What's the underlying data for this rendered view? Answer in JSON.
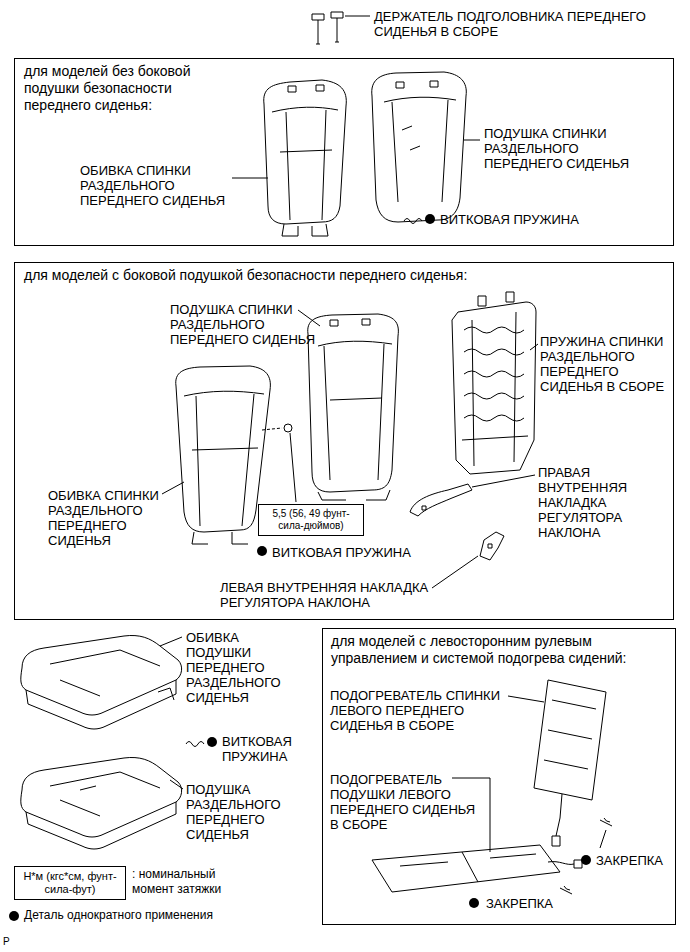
{
  "diagram": {
    "nodes": [
      {
        "text": [
          "для моделей без боковой подушки безопасности переднего сиденья:"
        ]
      },
      {
        "text": [
          "для моделей с боковой подушкой безопасности переднего сиденья:"
        ]
      },
      {
        "text": [
          "5,5 (56, 49 фунт-сила-дюймов)"
        ],
        "in": 1
      },
      {
        "text": [
          "Н*м (кгс*см, фунт-сила-фут)"
        ]
      },
      {
        "text": [
          "для моделей с левосторонним рулевым управлением и системой подогрева сидений:"
        ]
      }
    ],
    "labels": [
      "ДЕРЖАТЕЛЬ ПОДГОЛОВНИКА ПЕРЕДНЕГО СИДЕНЬЯ В СБОРЕ",
      "ОБИВКА СПИНКИ РАЗДЕЛЬНОГО ПЕРЕДНЕГО СИДЕНЬЯ",
      "ПОДУШКА СПИНКИ РАЗДЕЛЬНОГО ПЕРЕДНЕГО СИДЕНЬЯ",
      "ВИТКОВАЯ ПРУЖИНА",
      "ПОДУШКА СПИНКИ РАЗДЕЛЬНОГО ПЕРЕДНЕГО СИДЕНЬЯ",
      "ПРУЖИНА СПИНКИ РАЗДЕЛЬНОГО ПЕРЕДНЕГО СИДЕНЬЯ В СБОРЕ",
      "ОБИВКА СПИНКИ РАЗДЕЛЬНОГО ПЕРЕДНЕГО СИДЕНЬЯ",
      "ПРАВАЯ ВНУТРЕННЯЯ НАКЛАДКА РЕГУЛЯТОРА НАКЛОНА",
      "ВИТКОВАЯ ПРУЖИНА",
      "ЛЕВАЯ ВНУТРЕННЯЯ НАКЛАДКА РЕГУЛЯТОРА НАКЛОНА",
      "ОБИВКА ПОДУШКИ ПЕРЕДНЕГО РАЗДЕЛЬНОГО СИДЕНЬЯ",
      "ВИТКОВАЯ ПРУЖИНА",
      "ПОДУШКА РАЗДЕЛЬНОГО ПЕРЕДНЕГО СИДЕНЬЯ",
      "ПОДОГРЕВАТЕЛЬ СПИНКИ ЛЕВОГО ПЕРЕДНЕГО СИДЕНЬЯ В СБОРЕ",
      "ПОДОГРЕВАТЕЛЬ ПОДУШКИ ЛЕВОГО ПЕРЕДНЕГО СИДЕНЬЯ В СБОРЕ",
      "ЗАКРЕПКА",
      "ЗАКРЕПКА",
      "P"
    ],
    "legend": [
      {
        "text": ": номинальный момент затяжки"
      },
      {
        "text": "Деталь однократного применения"
      }
    ]
  }
}
